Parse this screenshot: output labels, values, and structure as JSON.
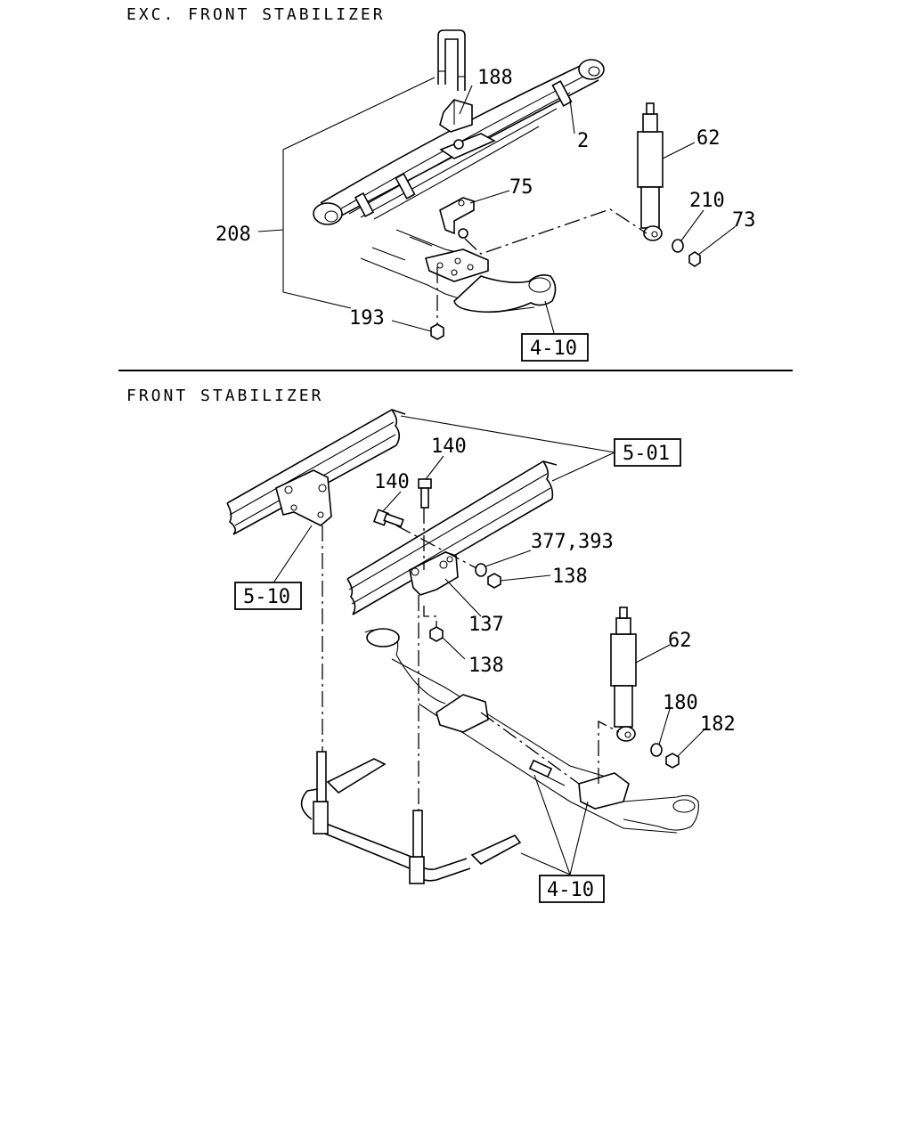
{
  "sections": {
    "top_title": "EXC. FRONT STABILIZER",
    "bottom_title": "FRONT STABILIZER"
  },
  "top_callouts": {
    "c188": "188",
    "c2": "2",
    "c62": "62",
    "c75": "75",
    "c210": "210",
    "c73": "73",
    "c208": "208",
    "c193": "193",
    "ref_4_10": "4-10"
  },
  "bottom_callouts": {
    "c140a": "140",
    "c140b": "140",
    "c377_393": "377,393",
    "c138a": "138",
    "c137": "137",
    "c138b": "138",
    "c62": "62",
    "c180": "180",
    "c182": "182",
    "ref_5_01": "5-01",
    "ref_5_10": "5-10",
    "ref_4_10": "4-10"
  }
}
